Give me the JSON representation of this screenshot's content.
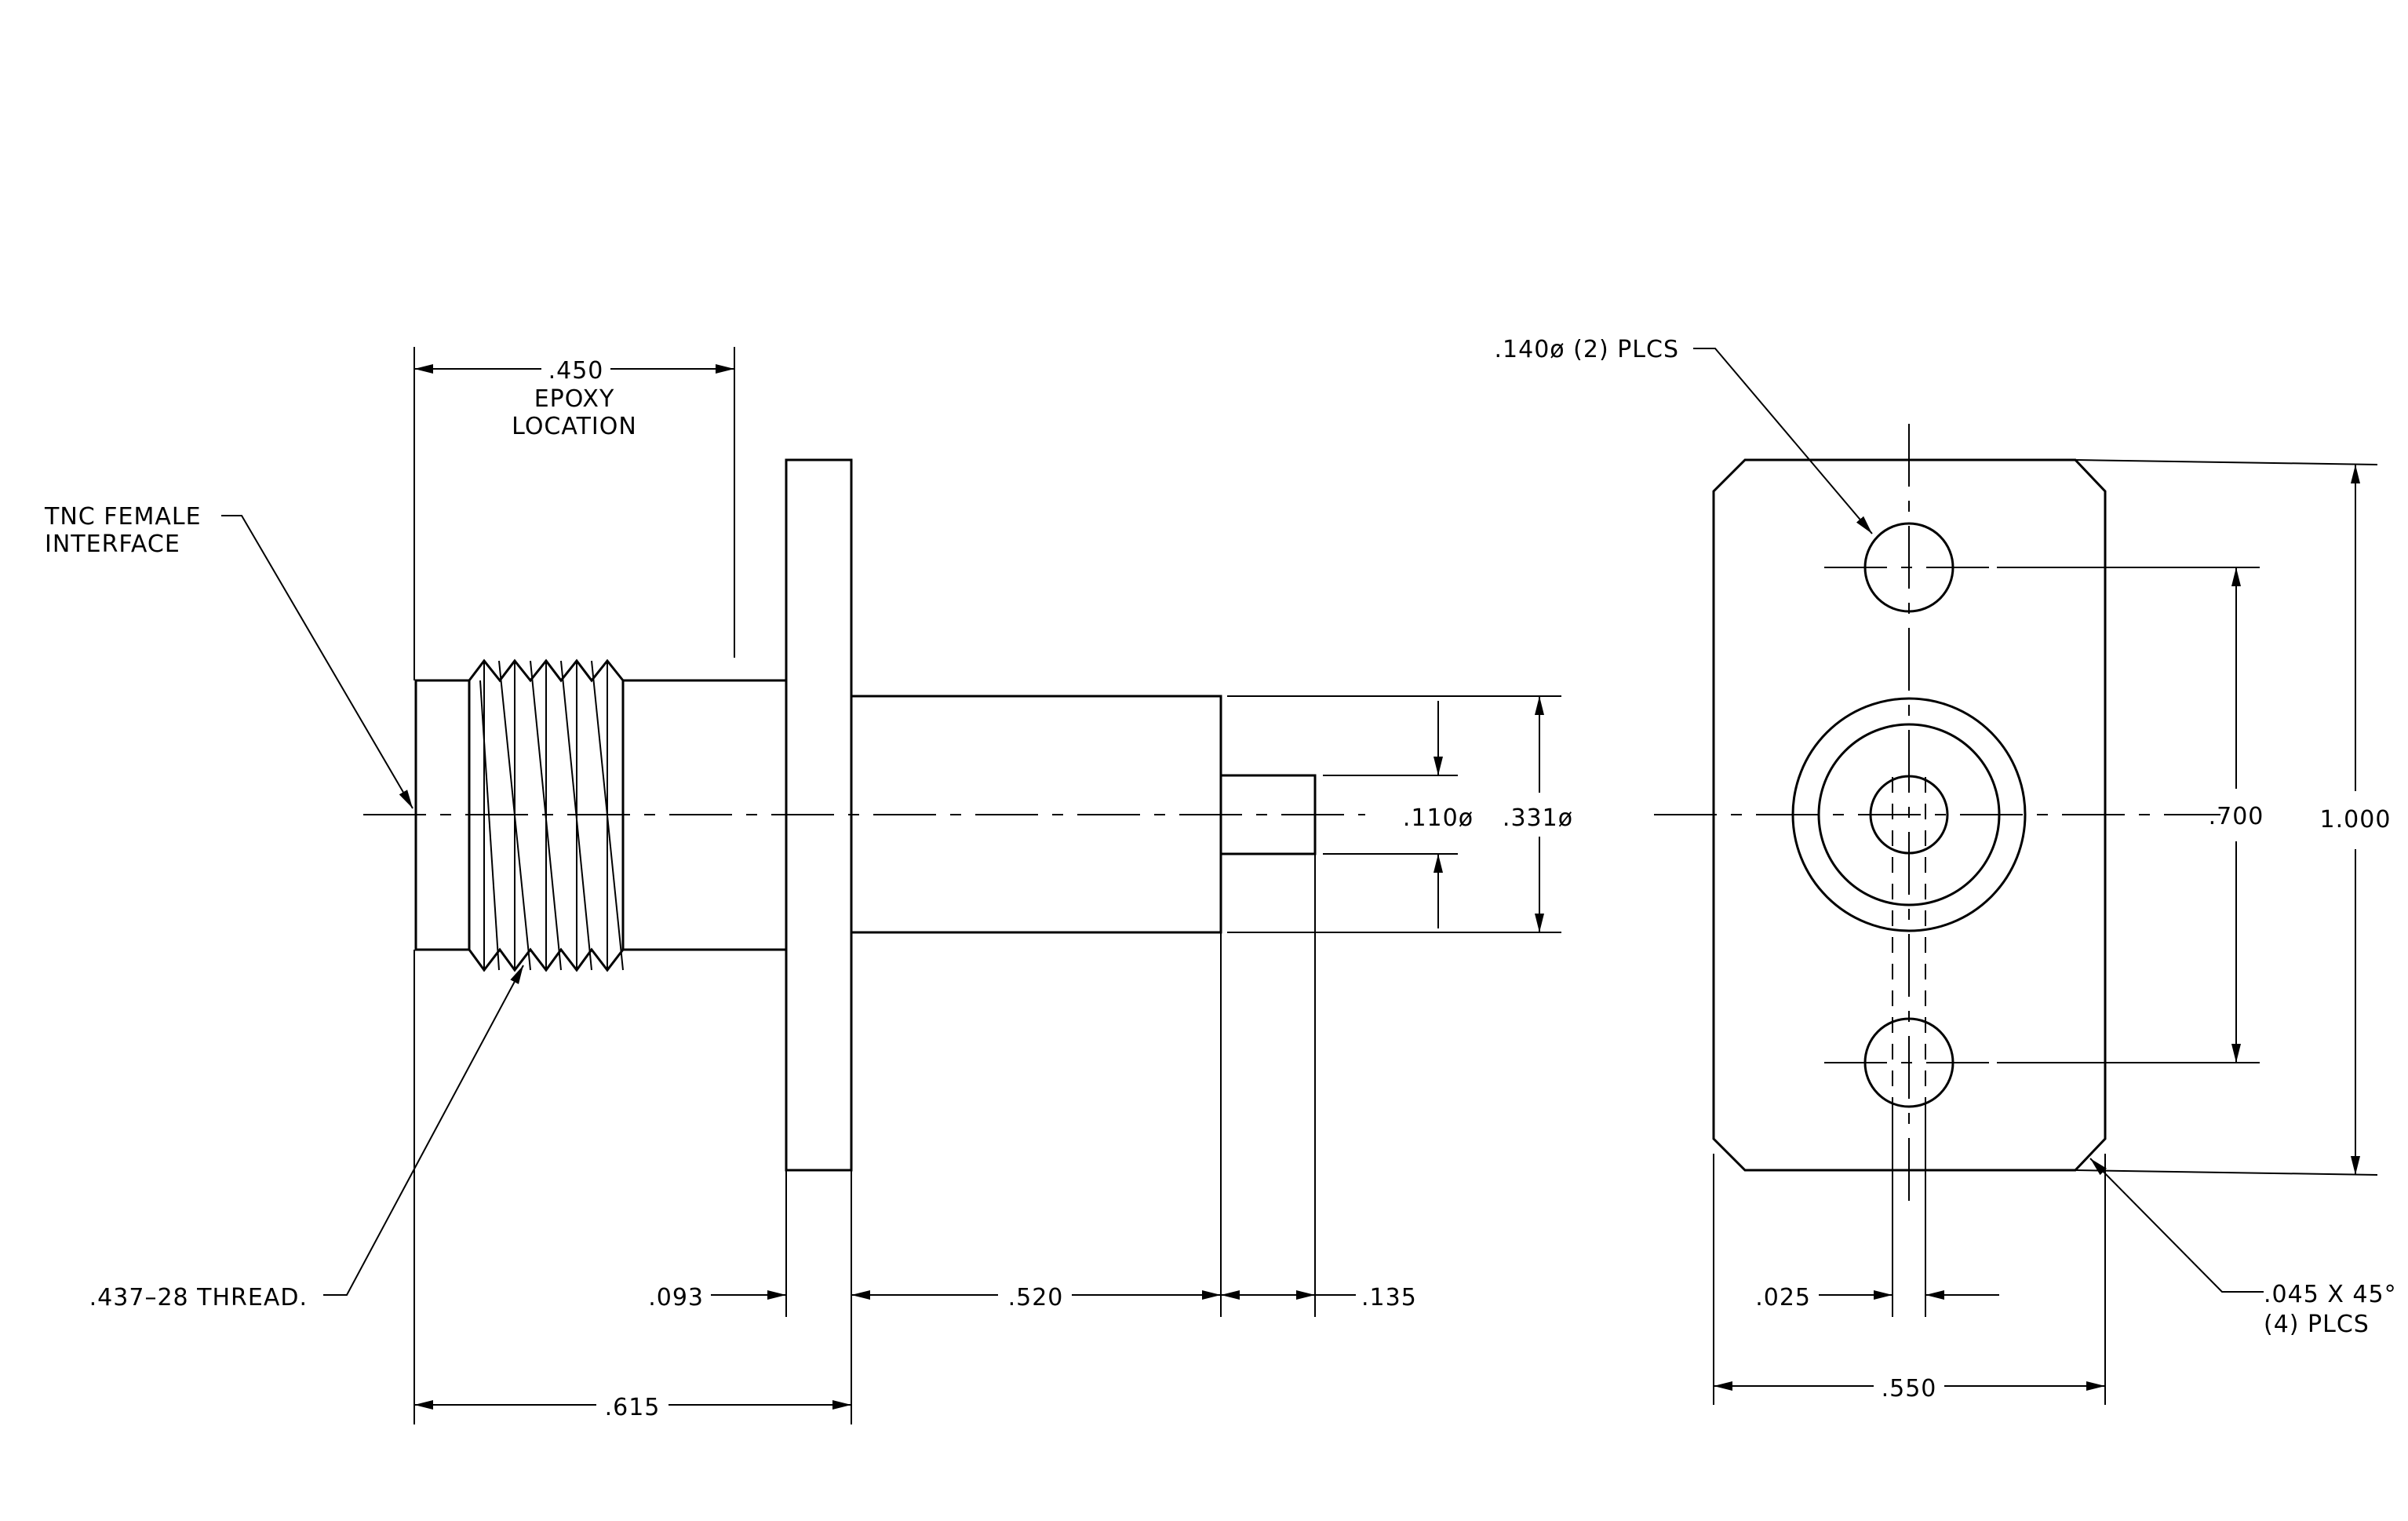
{
  "side_view": {
    "epoxy_dim": ".450",
    "epoxy_note_line1": "EPOXY",
    "epoxy_note_line2": "LOCATION",
    "interface_line1": "TNC FEMALE",
    "interface_line2": "INTERFACE",
    "thread_note": ".437–28 THREAD.",
    "flange_thk": ".093",
    "body_len": ".520",
    "pin_len": ".135",
    "overall_len": ".615",
    "pin_dia": ".110ø",
    "body_dia": ".331ø"
  },
  "end_view": {
    "hole_note": ".140ø (2) PLCS",
    "hole_spacing": ".700",
    "height": "1.000",
    "slot_width": ".025",
    "width": ".550",
    "chamfer_line1": ".045 X 45°",
    "chamfer_line2": "(4) PLCS"
  }
}
